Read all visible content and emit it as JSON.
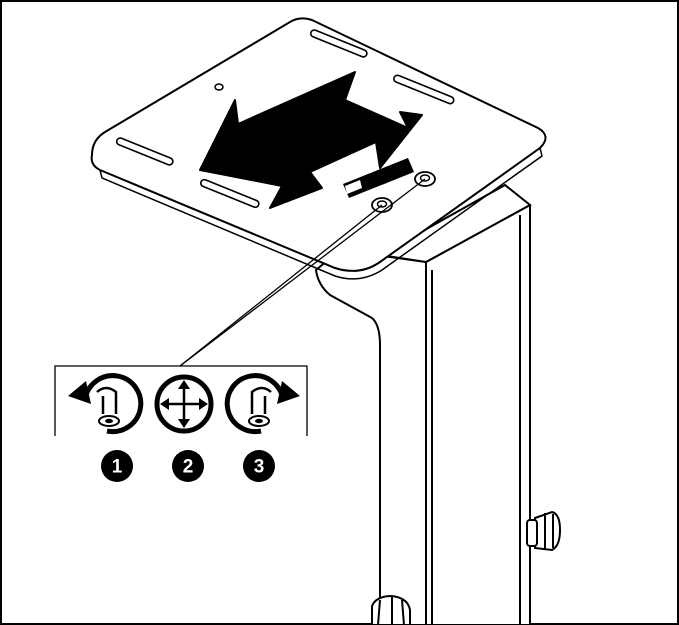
{
  "figure": {
    "steps": [
      {
        "number": "1",
        "icon": "rotate-counterclockwise-loosen-icon"
      },
      {
        "number": "2",
        "icon": "adjust-position-arrows-icon"
      },
      {
        "number": "3",
        "icon": "rotate-clockwise-tighten-icon"
      }
    ],
    "colors": {
      "line": "#000000",
      "fill": "#ffffff",
      "arrow": "#000000",
      "badge": "#000000"
    }
  }
}
